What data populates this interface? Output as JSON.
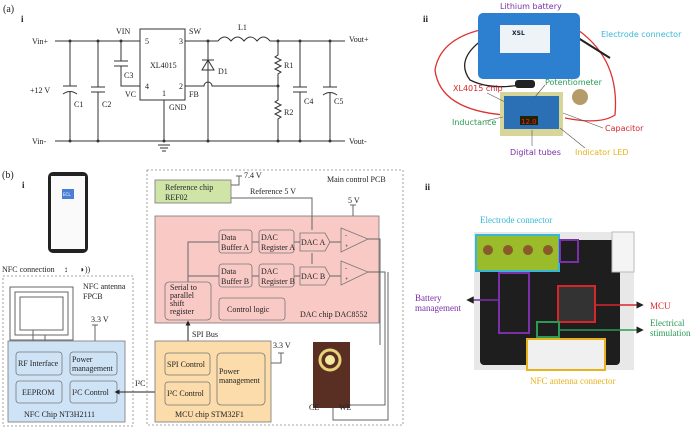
{
  "panel_a": {
    "label": "(a)",
    "sub_i": "i",
    "sub_ii": "ii",
    "circuit": {
      "vin_plus": "Vin+",
      "vin_minus": "Vin-",
      "vout_plus": "Vout+",
      "vout_minus": "Vout-",
      "input_voltage": "+12 V",
      "chip": "XL4015",
      "pin_vin": "VIN",
      "pin_vc": "VC",
      "pin_sw": "SW",
      "pin_fb": "FB",
      "pin_gnd": "GND",
      "pin5": "5",
      "pin3": "3",
      "pin4": "4",
      "pin2": "2",
      "pin1": "1",
      "c1": "C1",
      "c2": "C2",
      "c3": "C3",
      "c4": "C4",
      "c5": "C5",
      "d1": "D1",
      "l1": "L1",
      "r1": "R1",
      "r2": "R2"
    },
    "photo_labels": {
      "battery": "Lithium battery",
      "electrode": "Electrode connector",
      "chip": "XL4015 chip",
      "potentiometer": "Potentiometer",
      "inductance": "Inductance",
      "capacitor": "Capacitor",
      "digital_tubes": "Digital tubes",
      "indicator_led": "Indicator LED",
      "display_digits": "12.0",
      "battery_brand": "XSL"
    }
  },
  "panel_b": {
    "label": "(b)",
    "sub_i": "i",
    "sub_ii": "ii",
    "phone": {
      "app": "ECL"
    },
    "nfc_connection": "NFC connection",
    "nfc_antenna": [
      "NFC antenna",
      "FPCB"
    ],
    "nfc_chip": {
      "title": "NFC Chip NT3H2111",
      "rf": "RF Interface",
      "power": [
        "Power",
        "management"
      ],
      "eeprom": "EEPROM",
      "i2c": "I²C Control",
      "supply": "3.3 V"
    },
    "i2c_link": "I²C",
    "main_pcb": "Main control PCB",
    "ref_chip": [
      "Reference chip",
      "REF02"
    ],
    "ref_supply": "7.4 V",
    "ref_out": "Reference 5 V",
    "dac": {
      "title": "DAC chip DAC8552",
      "supply": "5 V",
      "buffer_a": [
        "Data",
        "Buffer A"
      ],
      "buffer_b": [
        "Data",
        "Buffer B"
      ],
      "reg_a": [
        "DAC",
        "Register A"
      ],
      "reg_b": [
        "DAC",
        "Register B"
      ],
      "dac_a": "DAC A",
      "dac_b": "DAC B",
      "shift": [
        "Serial to",
        "parallel",
        "shift",
        "register"
      ],
      "control": "Control logic",
      "opamp_minus": "-",
      "opamp_plus": "+"
    },
    "spi_bus": "SPI Bus",
    "mcu": {
      "title": "MCU chip STM32F1",
      "spi": "SPI Control",
      "i2c": "I²C Control",
      "power": [
        "Power",
        "management"
      ],
      "supply": "3.3 V"
    },
    "electrode": {
      "ce": "CE",
      "we": "WE"
    },
    "photo_labels": {
      "electrode": "Electrode connector",
      "battery": [
        "Battery",
        "management"
      ],
      "mcu": "MCU",
      "stim": [
        "Electrical",
        "stimulation"
      ],
      "nfc": "NFC antenna connector"
    }
  },
  "colors": {
    "nfc_chip": "#cfe3f7",
    "mcu": "#fbdcaa",
    "dac": "#f9c9c6",
    "ref": "#cfe5a8",
    "purple": "#7b2fa8",
    "cyan": "#37b7d6",
    "red": "#d8252b",
    "green": "#2a9a55",
    "yellow": "#e8b21a"
  }
}
